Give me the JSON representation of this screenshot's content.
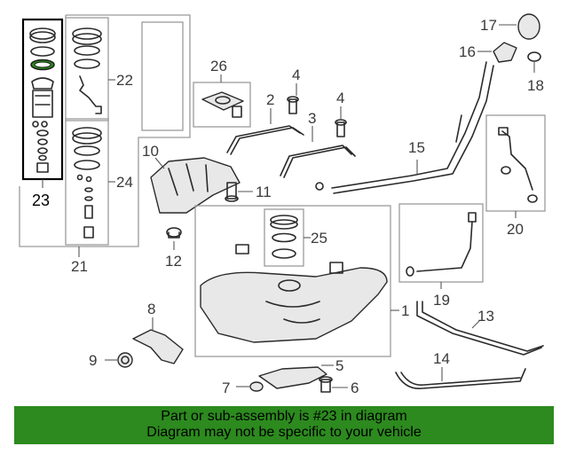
{
  "callouts": {
    "c1": "1",
    "c2": "2",
    "c3": "3",
    "c4a": "4",
    "c4b": "4",
    "c5": "5",
    "c6": "6",
    "c7": "7",
    "c8": "8",
    "c9": "9",
    "c10": "10",
    "c11": "11",
    "c12": "12",
    "c13": "13",
    "c14": "14",
    "c15": "15",
    "c16": "16",
    "c17": "17",
    "c18": "18",
    "c19": "19",
    "c20": "20",
    "c21": "21",
    "c22": "22",
    "c23": "23",
    "c24": "24",
    "c25": "25",
    "c26": "26"
  },
  "highlighted_part": "23",
  "colors": {
    "banner": "#2c8a1e",
    "highlight_ring": "#2c8a1e"
  },
  "banner": {
    "line1": "Part or sub-assembly is #23 in diagram",
    "line2": "Diagram may not be specific to your vehicle"
  }
}
